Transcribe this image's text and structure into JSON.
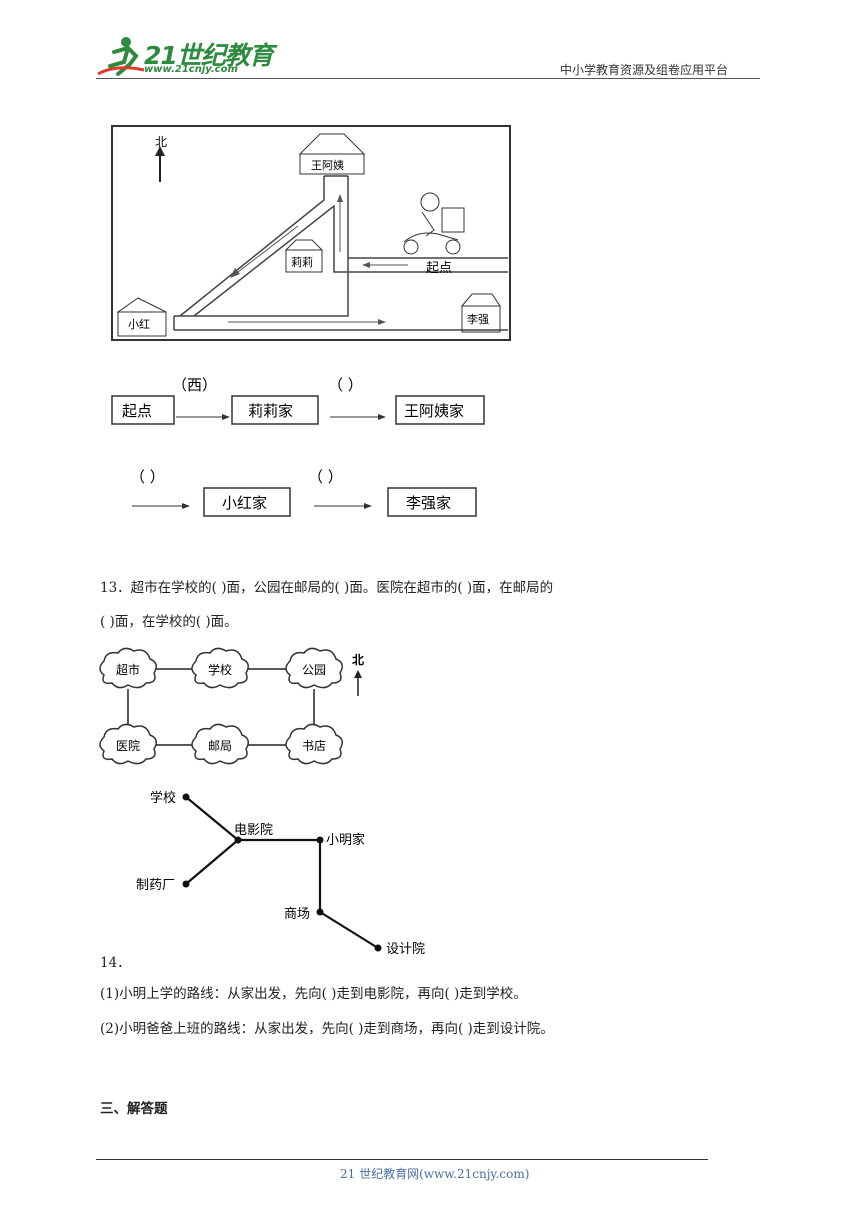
{
  "header": {
    "logo_text": "21世纪教育",
    "logo_url": "www.21cnjy.com",
    "right_text": "中小学教育资源及组卷应用平台"
  },
  "map1": {
    "north": "北",
    "wang": "王阿姨",
    "lili": "莉莉",
    "xiaohong": "小红",
    "liqiang": "李强",
    "start": "起点"
  },
  "route": {
    "box_start": "起点",
    "box_lili": "莉莉家",
    "box_wang": "王阿姨家",
    "box_xiaohong": "小红家",
    "box_liqiang": "李强家",
    "dir1": "（西）",
    "dir2": "（    ）",
    "dir3": "（    ）",
    "dir4": "（    ）"
  },
  "q13": {
    "line1": "13．超市在学校的(              )面，公园在邮局的(              )面。医院在超市的(              )面，在邮局的",
    "line2": "(              )面，在学校的(              )面。"
  },
  "map2": {
    "supermarket": "超市",
    "school": "学校",
    "park": "公园",
    "hospital": "医院",
    "post": "邮局",
    "bookstore": "书店",
    "north": "北"
  },
  "map3": {
    "school": "学校",
    "cinema": "电影院",
    "home": "小明家",
    "factory": "制药厂",
    "mall": "商场",
    "institute": "设计院"
  },
  "q14": {
    "number": "14．",
    "line1": "(1)小明上学的路线：从家出发，先向(                  )走到电影院，再向(                  )走到学校。",
    "line2": "(2)小明爸爸上班的路线：从家出发，先向(                  )走到商场，再向(                  )走到设计院。"
  },
  "section3": "三、解答题",
  "footer": "21 世纪教育网(www.21cnjy.com)"
}
